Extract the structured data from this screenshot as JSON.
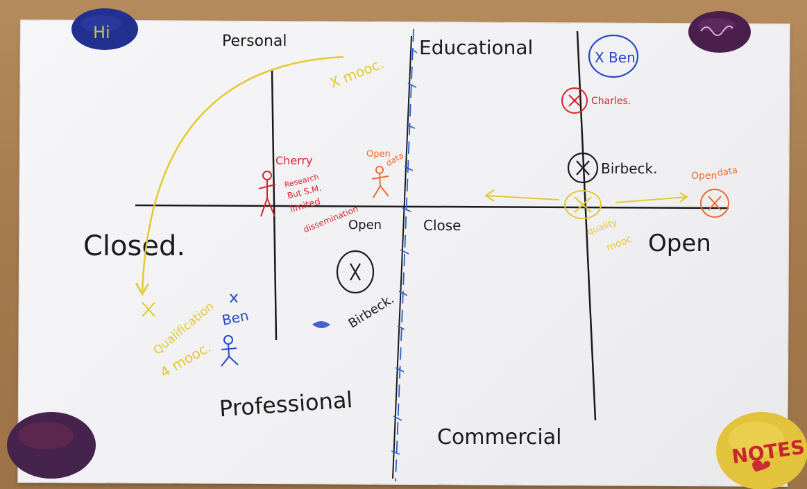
{
  "axis_labels": {
    "left": "Closed.",
    "right": "Open",
    "top_left": "Personal",
    "top_right": "Educational",
    "bottom_left": "Professional",
    "bottom_right": "Commercial",
    "center_left": "Open",
    "center_right": "Close"
  },
  "annotations": {
    "mooc": "X mooc.",
    "cherry": "Cherry",
    "research": "Research",
    "but_sim": "But S.M.",
    "limited": "limited",
    "dissemination": "dissemination",
    "open_data_left_1": "Open",
    "open_data_left_2": "data",
    "ben_top": "X Ben",
    "charles": "Charles.",
    "birbeck_right": "Birbeck.",
    "open_data_right_1": "Open",
    "open_data_right_2": "data",
    "quality_mooc_1": "quality",
    "quality_mooc_2": "mooc",
    "birbeck_left": "Birbeck.",
    "ben_left": "Ben",
    "qualification": "Qualification",
    "qualification_2": "4 mooc."
  },
  "stones": {
    "top_left": "Hi",
    "bottom_right": "NOTES"
  },
  "colors": {
    "black": "#1a1a1a",
    "blue": "#2747c9",
    "red": "#d8222f",
    "orange": "#ee6a2c",
    "yellow": "#e3c92e"
  }
}
